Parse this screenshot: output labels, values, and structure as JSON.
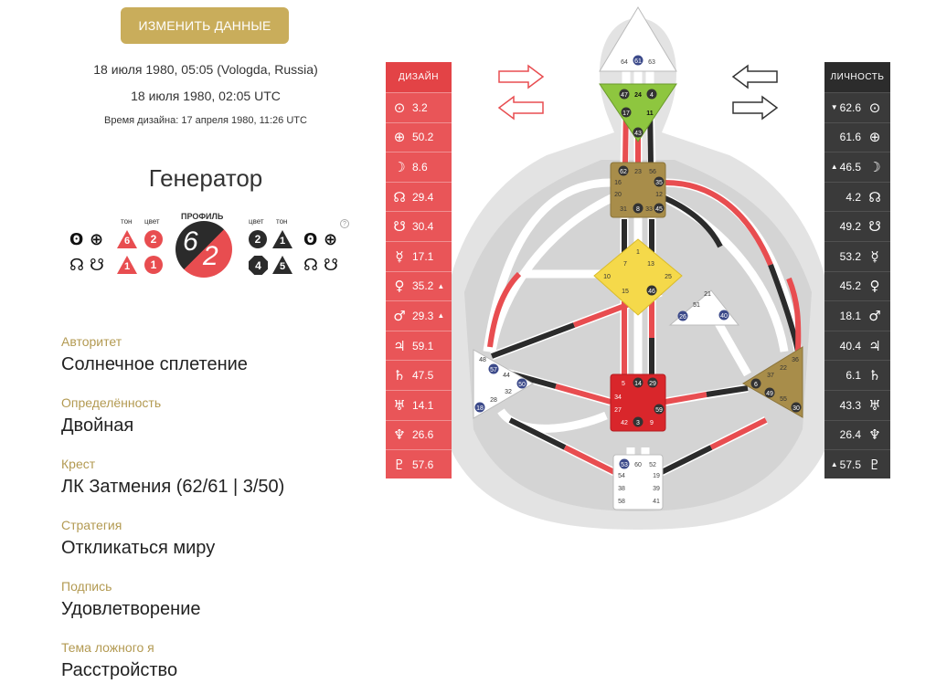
{
  "edit_button": "ИЗМЕНИТЬ ДАННЫЕ",
  "birth": {
    "local": "18 июля 1980, 05:05 (Vologda, Russia)",
    "utc": "18 июля 1980, 02:05 UTC",
    "design": "Время дизайна: 17 апреля 1980, 11:26 UTC"
  },
  "type": "Генератор",
  "profile": {
    "label": "ПРОФИЛЬ",
    "line1": "6",
    "line2": "2",
    "left_labels": {
      "tone": "тон",
      "color": "цвет"
    },
    "right_labels": {
      "color": "цвет",
      "tone": "тон"
    },
    "left_top": {
      "tone": "6",
      "color": "2"
    },
    "left_bottom": {
      "tone": "1",
      "color": "1"
    },
    "right_top": {
      "color": "2",
      "tone": "1"
    },
    "right_bottom": {
      "color": "4",
      "tone": "5"
    },
    "help": "?"
  },
  "info": [
    {
      "label": "Авторитет",
      "value": "Солнечное сплетение"
    },
    {
      "label": "Определённость",
      "value": "Двойная"
    },
    {
      "label": "Крест",
      "value": "ЛК Затмения (62/61 | 3/50)"
    },
    {
      "label": "Стратегия",
      "value": "Откликаться миру"
    },
    {
      "label": "Подпись",
      "value": "Удовлетворение"
    },
    {
      "label": "Тема ложного я",
      "value": "Расстройство"
    }
  ],
  "design": {
    "header": "ДИЗАЙН",
    "rows": [
      {
        "sym": "⊙",
        "val": "3.2",
        "arrow": ""
      },
      {
        "sym": "⊕",
        "val": "50.2",
        "arrow": ""
      },
      {
        "sym": "☽",
        "val": "8.6",
        "arrow": ""
      },
      {
        "sym": "☊",
        "val": "29.4",
        "arrow": ""
      },
      {
        "sym": "☋",
        "val": "30.4",
        "arrow": ""
      },
      {
        "sym": "☿",
        "val": "17.1",
        "arrow": ""
      },
      {
        "sym": "♀",
        "val": "35.2",
        "arrow": "▲"
      },
      {
        "sym": "♂",
        "val": "29.3",
        "arrow": "▲"
      },
      {
        "sym": "♃",
        "val": "59.1",
        "arrow": ""
      },
      {
        "sym": "♄",
        "val": "47.5",
        "arrow": ""
      },
      {
        "sym": "♅",
        "val": "14.1",
        "arrow": ""
      },
      {
        "sym": "♆",
        "val": "26.6",
        "arrow": ""
      },
      {
        "sym": "♇",
        "val": "57.6",
        "arrow": ""
      }
    ]
  },
  "personality": {
    "header": "ЛИЧНОСТЬ",
    "rows": [
      {
        "sym": "⊙",
        "val": "62.6",
        "arrow": "▼"
      },
      {
        "sym": "⊕",
        "val": "61.6",
        "arrow": ""
      },
      {
        "sym": "☽",
        "val": "46.5",
        "arrow": "▲"
      },
      {
        "sym": "☊",
        "val": "4.2",
        "arrow": ""
      },
      {
        "sym": "☋",
        "val": "49.2",
        "arrow": ""
      },
      {
        "sym": "☿",
        "val": "53.2",
        "arrow": ""
      },
      {
        "sym": "♀",
        "val": "45.2",
        "arrow": ""
      },
      {
        "sym": "♂",
        "val": "18.1",
        "arrow": ""
      },
      {
        "sym": "♃",
        "val": "40.4",
        "arrow": ""
      },
      {
        "sym": "♄",
        "val": "6.1",
        "arrow": ""
      },
      {
        "sym": "♅",
        "val": "43.3",
        "arrow": ""
      },
      {
        "sym": "♆",
        "val": "26.4",
        "arrow": ""
      },
      {
        "sym": "♇",
        "val": "57.5",
        "arrow": "▲"
      }
    ]
  },
  "bodygraph": {
    "head": [
      "64",
      "61",
      "63"
    ],
    "ajna": [
      "47",
      "24",
      "4",
      "17",
      "11",
      "43"
    ],
    "throat": [
      "62",
      "23",
      "56",
      "16",
      "35",
      "20",
      "12",
      "31",
      "8",
      "33",
      "45"
    ],
    "g": [
      "1",
      "7",
      "13",
      "10",
      "15",
      "25",
      "46"
    ],
    "heart": [
      "21",
      "51",
      "26",
      "40"
    ],
    "spleen": [
      "48",
      "57",
      "44",
      "50",
      "32",
      "28",
      "18"
    ],
    "sacral": [
      "5",
      "14",
      "29",
      "34",
      "27",
      "59",
      "42",
      "3",
      "9"
    ],
    "solar": [
      "36",
      "22",
      "37",
      "6",
      "49",
      "55",
      "30"
    ],
    "root": [
      "53",
      "60",
      "52",
      "54",
      "19",
      "38",
      "39",
      "58",
      "41"
    ]
  }
}
